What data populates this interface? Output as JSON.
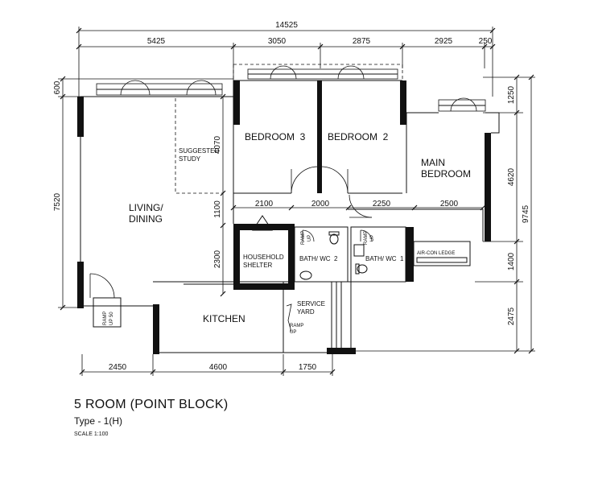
{
  "plan": {
    "dimensions": {
      "overall": "14525",
      "top_row": [
        "5425",
        "3050",
        "2875",
        "2925",
        "250"
      ],
      "inner_row": [
        "2100",
        "2000",
        "2250",
        "2500"
      ],
      "bottom_row": [
        "2450",
        "4600",
        "1750"
      ],
      "right_side": [
        "1250",
        "4620",
        "1400",
        "2475"
      ],
      "right_total": "9745",
      "left_side": [
        "600",
        "7520"
      ],
      "inner_left": [
        "4070",
        "1100",
        "2300"
      ]
    },
    "rooms": {
      "bedroom3": "BEDROOM  3",
      "bedroom2": "BEDROOM  2",
      "main_bedroom_1": "MAIN",
      "main_bedroom_2": "BEDROOM",
      "living_1": "LIVING/",
      "living_2": "DINING",
      "study_1": "SUGGESTED",
      "study_2": "STUDY",
      "shelter_1": "HOUSEHOLD",
      "shelter_2": "SHELTER",
      "bath2": "BATH/ WC  2",
      "bath1": "BATH/ WC  1",
      "aircon": "AIR-CON LEDGE",
      "service_1": "SERVICE",
      "service_2": "YARD",
      "kitchen": "KITCHEN"
    },
    "ramps": {
      "entry": "RAMP",
      "entry_val": "UP 50",
      "bath2": "RAMP",
      "bath2_val": "UP",
      "bath1": "RAMP",
      "bath1_val": "UP",
      "service": "RAMP",
      "service_val": "UP"
    }
  },
  "title": {
    "main": "5 ROOM (POINT BLOCK)",
    "type": "Type - 1(H)",
    "scale": "SCALE  1:100"
  }
}
